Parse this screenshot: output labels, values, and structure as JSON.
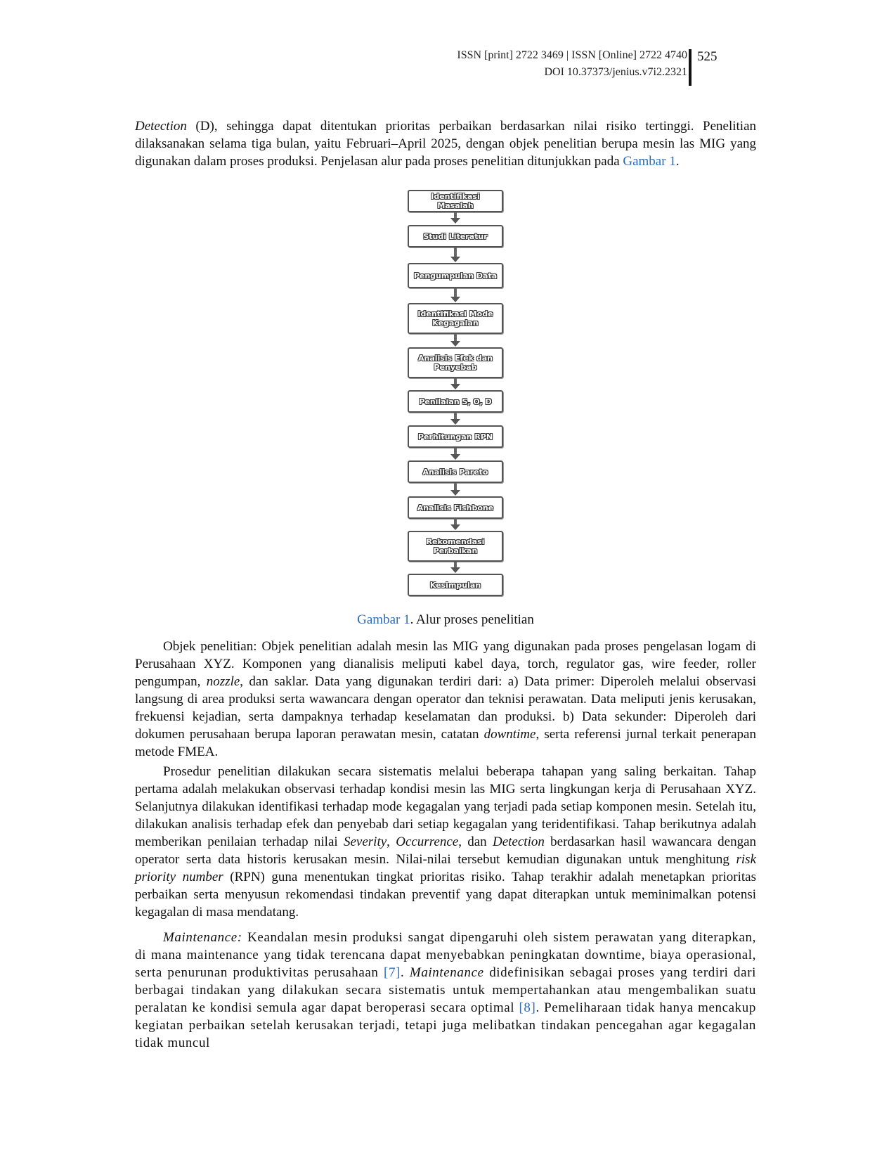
{
  "header": {
    "issn": "ISSN [print] 2722 3469 | ISSN [Online] 2722 4740",
    "doi": "DOI 10.37373/jenius.v7i2.2321",
    "page_number": "525"
  },
  "p1": {
    "s1_em": "Detection",
    "s1": " (D), sehingga dapat ditentukan prioritas perbaikan berdasarkan nilai risiko tertinggi. Penelitian dilaksanakan selama tiga bulan, yaitu Februari–April 2025, dengan objek penelitian berupa mesin las MIG yang digunakan dalam proses produksi. Penjelasan alur pada proses penelitian ditunjukkan pada ",
    "ref": "Gambar 1",
    "end": "."
  },
  "flowchart": {
    "steps": [
      "Identifikasi Masalah",
      "Studi Literatur",
      "Pengumpulan Data",
      "Identifikasi Mode Kegagalan",
      "Analisis Efek dan Penyebab",
      "Penilaian S, O, D",
      "Perhitungan RPN",
      "Analisis Pareto",
      "Analisis Fishbone",
      "Rekomendasi Perbaikan",
      "Kesimpulan"
    ]
  },
  "caption": {
    "ref": "Gambar 1",
    "text": ". Alur proses penelitian"
  },
  "p2": {
    "a": "Objek penelitian: Objek penelitian adalah mesin las MIG yang digunakan pada proses pengelasan logam di Perusahaan XYZ. Komponen yang dianalisis meliputi kabel daya, torch, regulator gas, wire feeder, roller pengumpan, ",
    "a_em": "nozzle",
    "b": ", dan saklar. Data yang digunakan terdiri dari: a) Data primer: Diperoleh melalui observasi langsung di area produksi serta wawancara dengan operator dan teknisi perawatan. Data meliputi jenis kerusakan, frekuensi kejadian, serta dampaknya terhadap keselamatan dan produksi. b) Data sekunder: Diperoleh dari dokumen perusahaan berupa laporan perawatan mesin, catatan ",
    "b_em": "downtime",
    "c": ", serta referensi jurnal terkait penerapan metode FMEA."
  },
  "p3": {
    "a": "Prosedur penelitian dilakukan secara sistematis melalui beberapa tahapan yang saling berkaitan. Tahap pertama adalah melakukan observasi terhadap kondisi mesin las MIG serta lingkungan kerja di Perusahaan XYZ. Selanjutnya dilakukan identifikasi terhadap mode kegagalan yang terjadi pada setiap komponen mesin. Setelah itu, dilakukan analisis terhadap efek dan penyebab dari setiap kegagalan yang teridentifikasi. Tahap berikutnya adalah memberikan penilaian terhadap nilai ",
    "em1": "Severity",
    "b": ", ",
    "em2": "Occurrence",
    "c": ", dan ",
    "em3": "Detection",
    "d": " berdasarkan hasil wawancara dengan operator serta data historis kerusakan mesin. Nilai-nilai tersebut kemudian digunakan untuk menghitung ",
    "em4": "risk priority number",
    "e": " (RPN) guna menentukan tingkat prioritas risiko. Tahap terakhir adalah menetapkan prioritas perbaikan serta menyusun rekomendasi tindakan preventif yang dapat diterapkan untuk meminimalkan potensi kegagalan di masa mendatang."
  },
  "p4": {
    "em1": "Maintenance:",
    "a": " Keandalan mesin produksi sangat dipengaruhi oleh sistem perawatan yang diterapkan, di mana maintenance yang tidak terencana dapat menyebabkan peningkatan downtime, biaya operasional, serta penurunan produktivitas perusahaan ",
    "ref7": "[7]",
    "b": ". ",
    "em2": "Maintenance",
    "c": " didefinisikan sebagai proses yang terdiri dari berbagai tindakan yang dilakukan secara sistematis untuk mempertahankan atau mengembalikan suatu peralatan ke kondisi semula agar dapat beroperasi secara optimal ",
    "ref8": "[8]",
    "d": ". Pemeliharaan tidak hanya mencakup kegiatan perbaikan setelah kerusakan terjadi, tetapi juga melibatkan tindakan pencegahan agar kegagalan tidak muncul"
  }
}
